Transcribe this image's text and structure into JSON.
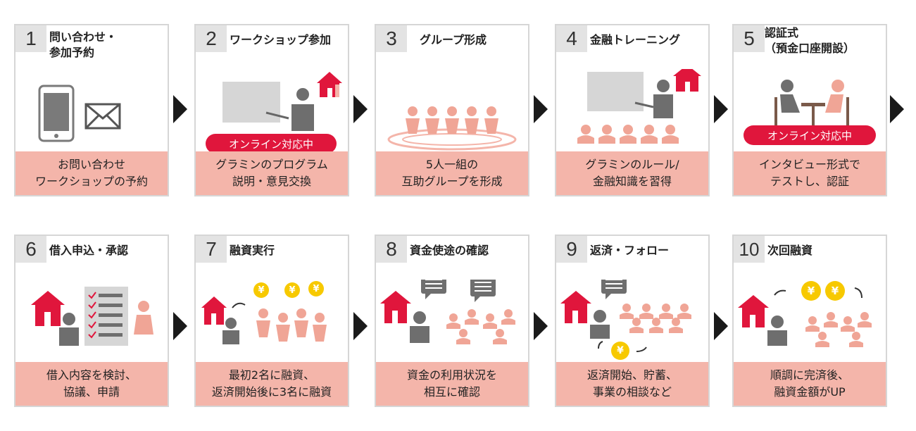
{
  "steps": [
    {
      "num": "1",
      "title": [
        "問い合わせ・",
        "参加予約"
      ],
      "desc": [
        "お問い合わせ",
        "ワークショップの予約"
      ]
    },
    {
      "num": "2",
      "title": [
        "ワークショップ参加"
      ],
      "desc": [
        "グラミンのプログラム",
        "説明・意見交換"
      ],
      "badge": "オンライン対応中"
    },
    {
      "num": "3",
      "title": [
        "グループ形成"
      ],
      "desc": [
        "5人一組の",
        "互助グループを形成"
      ]
    },
    {
      "num": "4",
      "title": [
        "金融トレーニング"
      ],
      "desc": [
        "グラミンのルール/",
        "金融知識を習得"
      ]
    },
    {
      "num": "5",
      "title": [
        "認証式",
        "（預金口座開設）"
      ],
      "desc": [
        "インタビュー形式で",
        "テストし、認証"
      ],
      "badge": "オンライン対応中"
    },
    {
      "num": "6",
      "title": [
        "借入申込・承認"
      ],
      "desc": [
        "借入内容を検討、",
        "協議、申請"
      ]
    },
    {
      "num": "7",
      "title": [
        "融資実行"
      ],
      "desc": [
        "最初2名に融資、",
        "返済開始後に3名に融資"
      ]
    },
    {
      "num": "8",
      "title": [
        "資金使途の確認"
      ],
      "desc": [
        "資金の利用状況を",
        "相互に確認"
      ]
    },
    {
      "num": "9",
      "title": [
        "返済・フォロー"
      ],
      "desc": [
        "返済開始、貯蓄、",
        "事業の相談など"
      ]
    },
    {
      "num": "10",
      "title": [
        "次回融資"
      ],
      "desc": [
        "順調に完済後、",
        "融資金額がUP"
      ]
    }
  ],
  "coin_symbol": "¥",
  "colors": {
    "accent": "#e0163c",
    "pink": "#f4b5aa",
    "figure": "#f0a596",
    "gray": "#6e6e6e",
    "border": "#d6d6d6"
  }
}
